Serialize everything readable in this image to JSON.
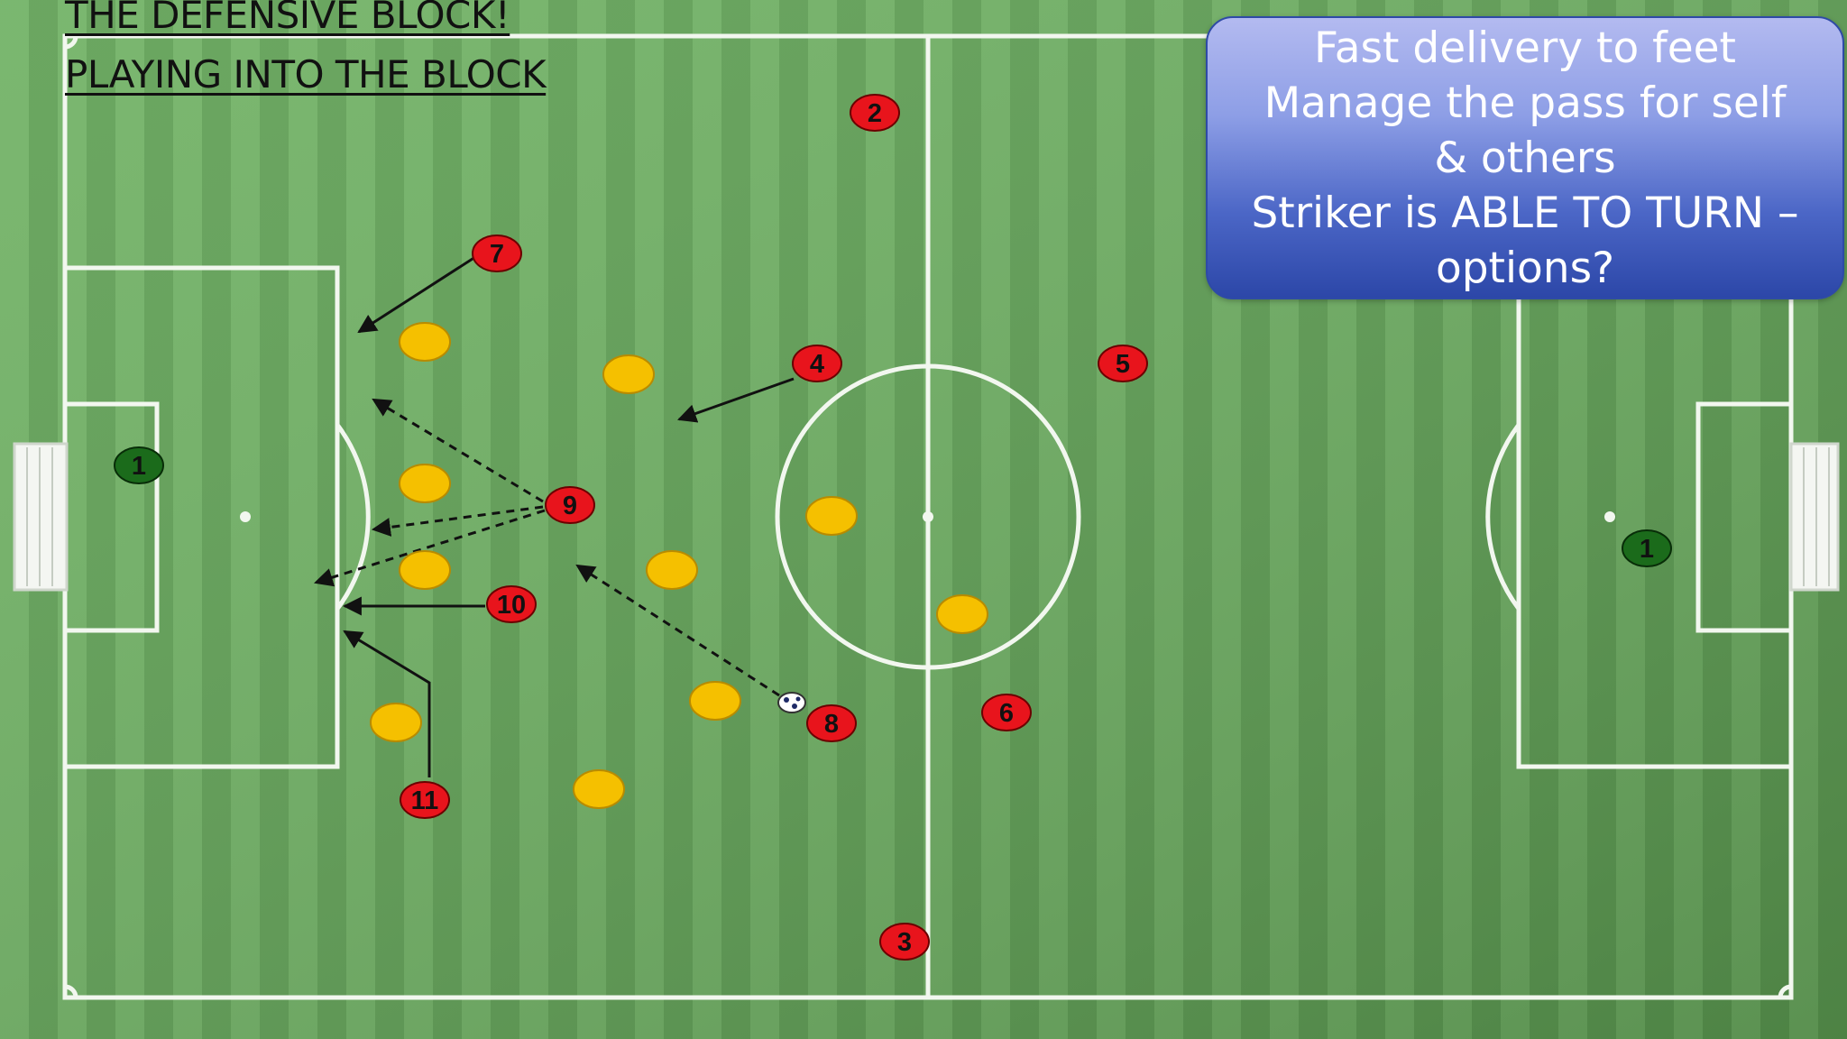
{
  "title": {
    "line1": "THE DEFENSIVE BLOCK!",
    "line2": "PLAYING INTO THE BLOCK"
  },
  "coaching_points": [
    "Fast delivery to feet",
    "Manage the pass for self",
    "& others",
    "Striker is ABLE TO TURN –",
    "options?"
  ],
  "colors": {
    "attacker": "#e8141c",
    "defender": "#f5c000",
    "goalkeeper": "#1b6b1b",
    "box_top": "#b3baf0",
    "box_bottom": "#2c47a8"
  },
  "players": {
    "attackers": [
      "2",
      "7",
      "4",
      "5",
      "9",
      "10",
      "8",
      "6",
      "11",
      "3"
    ],
    "goalkeepers": [
      "1",
      "1"
    ]
  },
  "defender_count": 10,
  "movements": [
    {
      "from": "7",
      "style": "solid"
    },
    {
      "from": "4",
      "style": "solid"
    },
    {
      "from": "9",
      "style": "dashed"
    },
    {
      "from": "9",
      "style": "dashed"
    },
    {
      "from": "9",
      "style": "dashed"
    },
    {
      "from": "10",
      "style": "solid"
    },
    {
      "from": "11",
      "style": "solid"
    },
    {
      "from": "8",
      "style": "dashed"
    }
  ]
}
